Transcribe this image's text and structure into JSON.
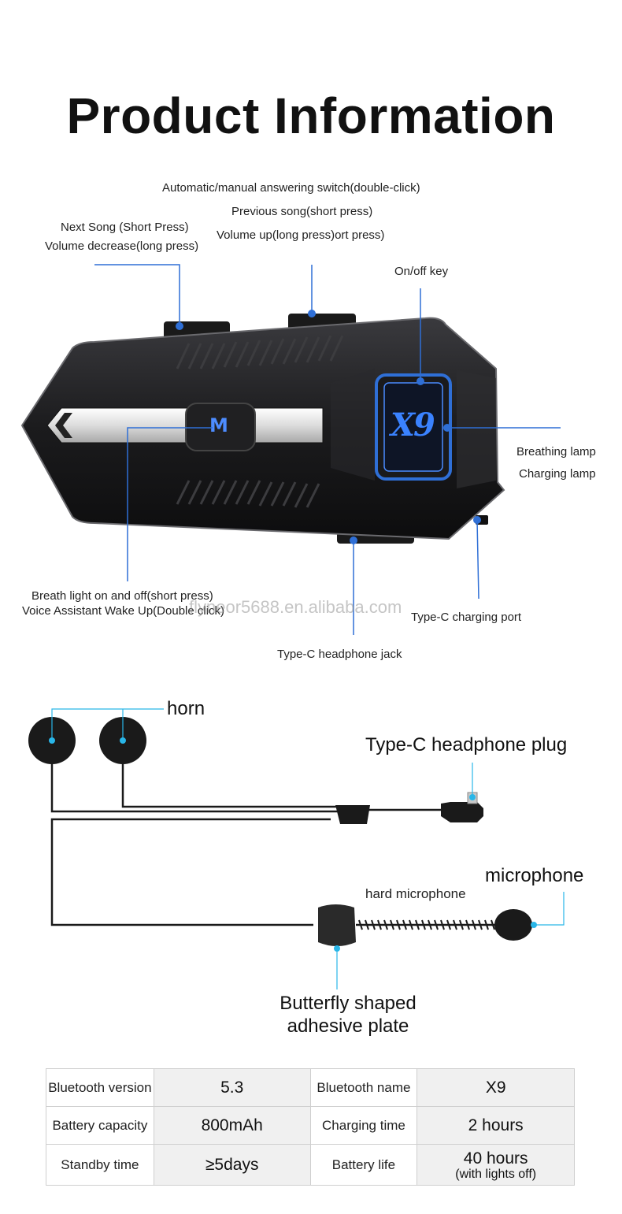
{
  "title": "Product Information",
  "device_labels": {
    "auto_switch": "Automatic/manual answering switch(double-click)",
    "previous_song": "Previous song(short press)",
    "volume_up": "Volume up(long press)ort press)",
    "next_song": "Next Song (Short Press)",
    "volume_decrease": "Volume decrease(long press)",
    "onoff_key": "On/off key",
    "breathing_lamp": "Breathing lamp",
    "charging_lamp": "Charging lamp",
    "breath_light": "Breath light on and off(short press)",
    "voice_assistant": "Voice Assistant Wake Up(Double click)",
    "typec_charging": "Type-C charging port",
    "typec_jack": "Type-C headphone jack",
    "m_button": "M",
    "x9_logo": "X9"
  },
  "watermark": "flyneor5688.en.alibaba.com",
  "accessory_labels": {
    "horn": "horn",
    "typec_plug": "Type-C headphone plug",
    "microphone": "microphone",
    "hard_microphone": "hard microphone",
    "plate_line1": "Butterfly shaped",
    "plate_line2": "adhesive plate"
  },
  "specs": [
    {
      "k1": "Bluetooth version",
      "v1": "5.3",
      "k2": "Bluetooth name",
      "v2": "X9",
      "v2_sub": ""
    },
    {
      "k1": "Battery capacity",
      "v1": "800mAh",
      "k2": "Charging time",
      "v2": "2 hours",
      "v2_sub": ""
    },
    {
      "k1": "Standby time",
      "v1": "≥5days",
      "k2": "Battery life",
      "v2": "40 hours",
      "v2_sub": "(with lights off)"
    }
  ],
  "colors": {
    "accent_blue": "#2f6fd6",
    "callout_cyan": "#29b6e8",
    "device_body": "#1c1c1e"
  }
}
